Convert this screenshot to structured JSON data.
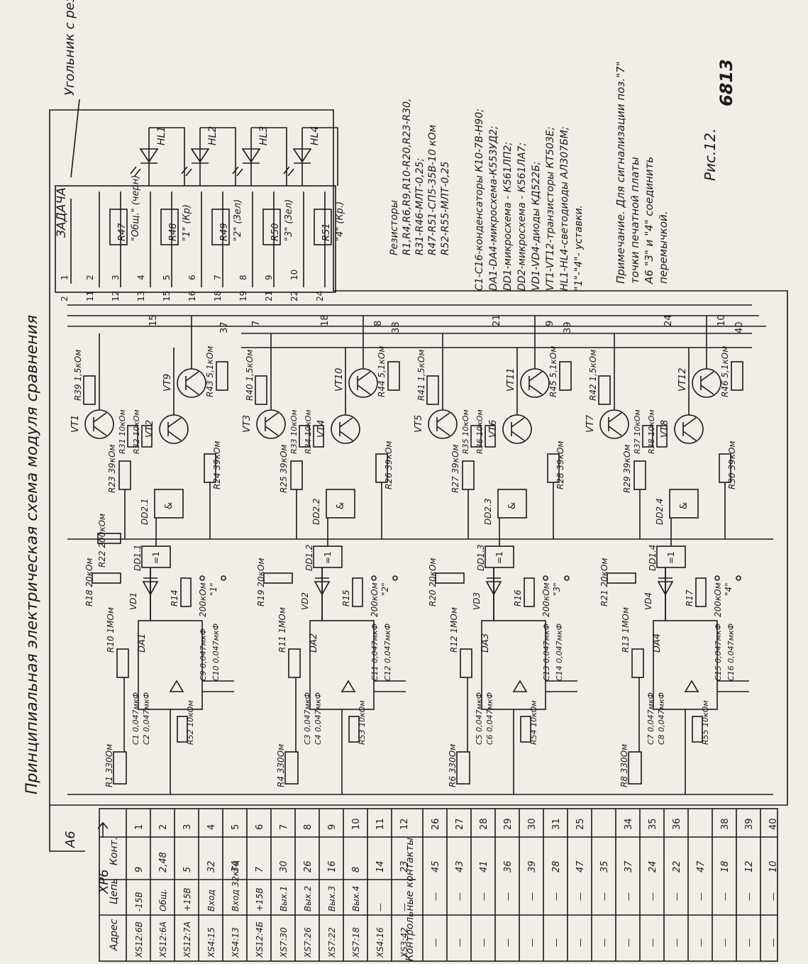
{
  "title": "Принципиальная электрическая схема модуля сравнения",
  "page_number": "6813",
  "figure_caption": "Рис.12.",
  "corner_note": "Угольник с резисторами",
  "board_label": "А6",
  "connector_label": "ХР6",
  "task_block_label": "ЗАДАЧА",
  "task_pins_left": [
    "1",
    "2",
    "3",
    "4",
    "5",
    "6",
    "7",
    "8",
    "9",
    "10"
  ],
  "task_pins_right": [
    "2",
    "11",
    "12",
    "13",
    "15",
    "16",
    "18",
    "19",
    "21",
    "22",
    "24"
  ],
  "task_resistors": [
    {
      "ref": "R47",
      "label": "\"Общ.\" (черн)"
    },
    {
      "ref": "R48",
      "label": "\"1\" (Кр)"
    },
    {
      "ref": "R49",
      "label": "\"2\" (Зел)"
    },
    {
      "ref": "R50",
      "label": "\"3\" (Зел)"
    },
    {
      "ref": "R51",
      "label": "\"4\" (Кр.)"
    }
  ],
  "leds": [
    "HL1",
    "HL2",
    "HL3",
    "HL4"
  ],
  "notes_resistors": [
    "Резисторы",
    "R1,R4,R6,R9,R10-R20,R23-R30,",
    "R31-R46-МЛТ-0,25;",
    "R47-R51-СП5-35В-10 кОм",
    "R52-R55-МЛТ-0,25"
  ],
  "notes_parts": [
    "С1-С16-конденсаторы К10-7В-Н90;",
    "DA1-DA4-микросхема-К553УД2;",
    "DD1-микросхема - К561ЛП2;",
    "DD2-микросхема - К561ЛА7;",
    "VD1-VD4-диоды КД522Б;",
    "VT1-VT12-транзисторы КТ503Е;",
    "HL1-HL4-светодиоды АЛ307БМ;",
    "\"1\"-\"4\"- уставки."
  ],
  "notes_remark": [
    "Примечание. Для сигнализации поз.\"7\"",
    "точки печатной платы",
    "А6 \"3\" и \"4\" соединить",
    "перемычкой."
  ],
  "channels": [
    {
      "amp": "DA1",
      "diode": "VD1",
      "xor": "DD1.1",
      "nand": "DD2.1",
      "r_in": "R1 330Ом",
      "r_fb": "R10 1МОм",
      "r_div": "R18 20кОм",
      "r_set": "R14",
      "r_set_val": "200кОм",
      "set_label": "\"1\"",
      "r_bal": "R52 10кОм",
      "c_a": "C1 0,047мкФ",
      "c_b": "C2 0,047мкФ",
      "c_c": "C9 0,047мкФ",
      "c_d": "C10 0,047мкФ",
      "r_g": "R23 39кОм",
      "r_g2": "R24 39кОм",
      "r_b1": "R31 10кОм",
      "r_b2": "R32 10кОм",
      "r_c": "R39 1,5кОм",
      "r_e": "R43 5,1кОм",
      "r22": "R22 200кОм",
      "t1": "VT1",
      "t2": "VT2",
      "t3": "VT9",
      "out_pin": "7",
      "led_pin": "15",
      "sup_pin": "37"
    },
    {
      "amp": "DA2",
      "diode": "VD2",
      "xor": "DD1.2",
      "nand": "DD2.2",
      "r_in": "R4 330Ом",
      "r_fb": "R11 1МОм",
      "r_div": "R19 20кОм",
      "r_set": "R15",
      "r_set_val": "200кОм",
      "set_label": "\"2\"",
      "r_bal": "R53 10кОм",
      "c_a": "C3 0,047мкФ",
      "c_b": "C4 0,047мкФ",
      "c_c": "C11 0,047мкФ",
      "c_d": "C12 0,047мкФ",
      "r_g": "R25 39кОм",
      "r_g2": "R26 39кОм",
      "r_b1": "R33 10кОм",
      "r_b2": "R34 10кОм",
      "r_c": "R40 1,5кОм",
      "r_e": "R44 5,1кОм",
      "t1": "VT3",
      "t2": "VT4",
      "t3": "VT10",
      "out_pin": "8",
      "led_pin": "18",
      "sup_pin": "38"
    },
    {
      "amp": "DA3",
      "diode": "VD3",
      "xor": "DD1.3",
      "nand": "DD2.3",
      "r_in": "R6 330Ом",
      "r_fb": "R12 1МОм",
      "r_div": "R20 20кОм",
      "r_set": "R16",
      "r_set_val": "200кОм",
      "set_label": "\"3\"",
      "r_bal": "R54 10кОм",
      "c_a": "C5 0,047мкФ",
      "c_b": "C6 0,047мкФ",
      "c_c": "C13 0,047мкФ",
      "c_d": "C14 0,047мкФ",
      "r_g": "R27 39кОм",
      "r_g2": "R28 39кОм",
      "r_b1": "R35 10кОм",
      "r_b2": "R36 10кОм",
      "r_c": "R41 1,5кОм",
      "r_e": "R45 5,1кОм",
      "t1": "VT5",
      "t2": "VT6",
      "t3": "VT11",
      "out_pin": "9",
      "led_pin": "21",
      "sup_pin": "39"
    },
    {
      "amp": "DA4",
      "diode": "VD4",
      "xor": "DD1.4",
      "nand": "DD2.4",
      "r_in": "R8 330Ом",
      "r_fb": "R13 1МОм",
      "r_div": "R21 20кОм",
      "r_set": "R17",
      "r_set_val": "200кОм",
      "set_label": "\"4\"",
      "r_bal": "R55 10кОм",
      "c_a": "C7 0,047мкФ",
      "c_b": "C8 0,047мкФ",
      "c_c": "C15 0,047мкФ",
      "c_d": "C16 0,047мкФ",
      "r_g": "R29 39кОм",
      "r_g2": "R30 39кОм",
      "r_b1": "R37 10кОм",
      "r_b2": "R38 10кОм",
      "r_c": "R42 1,5кОм",
      "r_e": "R46 5,1кОм",
      "t1": "VT7",
      "t2": "VT8",
      "t3": "VT12",
      "out_pin": "10",
      "led_pin": "24",
      "sup_pin": "40"
    }
  ],
  "table": {
    "headers": [
      "Адрес",
      "Цепь",
      "Конт."
    ],
    "rows": [
      {
        "n": "1",
        "addr": "XS12:6В",
        "circuit": "-15В",
        "cont": "9"
      },
      {
        "n": "2",
        "addr": "XS12:6А",
        "circuit": "Общ.",
        "cont": "2,48"
      },
      {
        "n": "3",
        "addr": "XS12:7А",
        "circuit": "+15В",
        "cont": "5"
      },
      {
        "n": "4",
        "addr": "XS4:15",
        "circuit": "Вход",
        "cont": "32"
      },
      {
        "n": "5",
        "addr": "XS4:13",
        "circuit": "Вход 32кГц",
        "cont": "34"
      },
      {
        "n": "6",
        "addr": "XS12:4Б",
        "circuit": "+15В",
        "cont": "7"
      },
      {
        "n": "7",
        "addr": "XS7:30",
        "circuit": "Вых.1",
        "cont": "30"
      },
      {
        "n": "8",
        "addr": "XS7:26",
        "circuit": "Вых.2",
        "cont": "26"
      },
      {
        "n": "9",
        "addr": "XS7:22",
        "circuit": "Вых.3",
        "cont": "16"
      },
      {
        "n": "10",
        "addr": "XS7:18",
        "circuit": "Вых.4",
        "cont": "8"
      },
      {
        "n": "11",
        "addr": "XS4:16",
        "circuit": "—",
        "cont": "14"
      },
      {
        "n": "12",
        "addr": "XS3:42",
        "circuit": "—",
        "cont": "23"
      }
    ],
    "control_label": "Контрольные контакты",
    "control_rows": [
      {
        "n": "26",
        "cont": "45"
      },
      {
        "n": "27",
        "cont": "43"
      },
      {
        "n": "28",
        "cont": "41"
      },
      {
        "n": "29",
        "cont": "36"
      },
      {
        "n": "30",
        "cont": "39"
      },
      {
        "n": "31",
        "cont": "28"
      },
      {
        "n": "25",
        "cont": "47"
      },
      {
        "n": "",
        "cont": "35"
      },
      {
        "n": "34",
        "cont": "37"
      },
      {
        "n": "35",
        "cont": "24"
      },
      {
        "n": "36",
        "cont": "22"
      },
      {
        "n": "",
        "cont": "47"
      },
      {
        "n": "38",
        "cont": "18"
      },
      {
        "n": "39",
        "cont": "12"
      },
      {
        "n": "40",
        "cont": "10"
      }
    ]
  }
}
